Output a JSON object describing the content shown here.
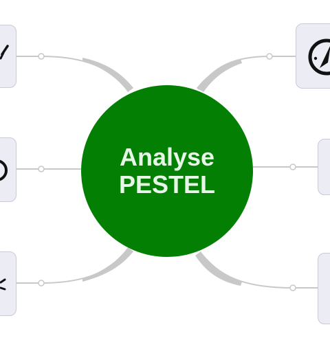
{
  "center": {
    "line1": "Analyse",
    "line2": "PESTEL"
  },
  "colors": {
    "center_fill": "#038003",
    "center_text": "#e8f6e8",
    "card_fill": "#ececf5",
    "card_border": "#c9c9d8",
    "connector": "#c8c8c8",
    "icon": "#111111"
  },
  "nodes": [
    {
      "id": "top-left",
      "icon": "partial-icon"
    },
    {
      "id": "middle-left",
      "icon": "partial-circle-icon"
    },
    {
      "id": "bottom-left",
      "icon": "partial-icon"
    },
    {
      "id": "top-right",
      "icon": "compass-icon"
    },
    {
      "id": "middle-right",
      "icon": "none"
    },
    {
      "id": "bottom-right",
      "icon": "none"
    }
  ]
}
